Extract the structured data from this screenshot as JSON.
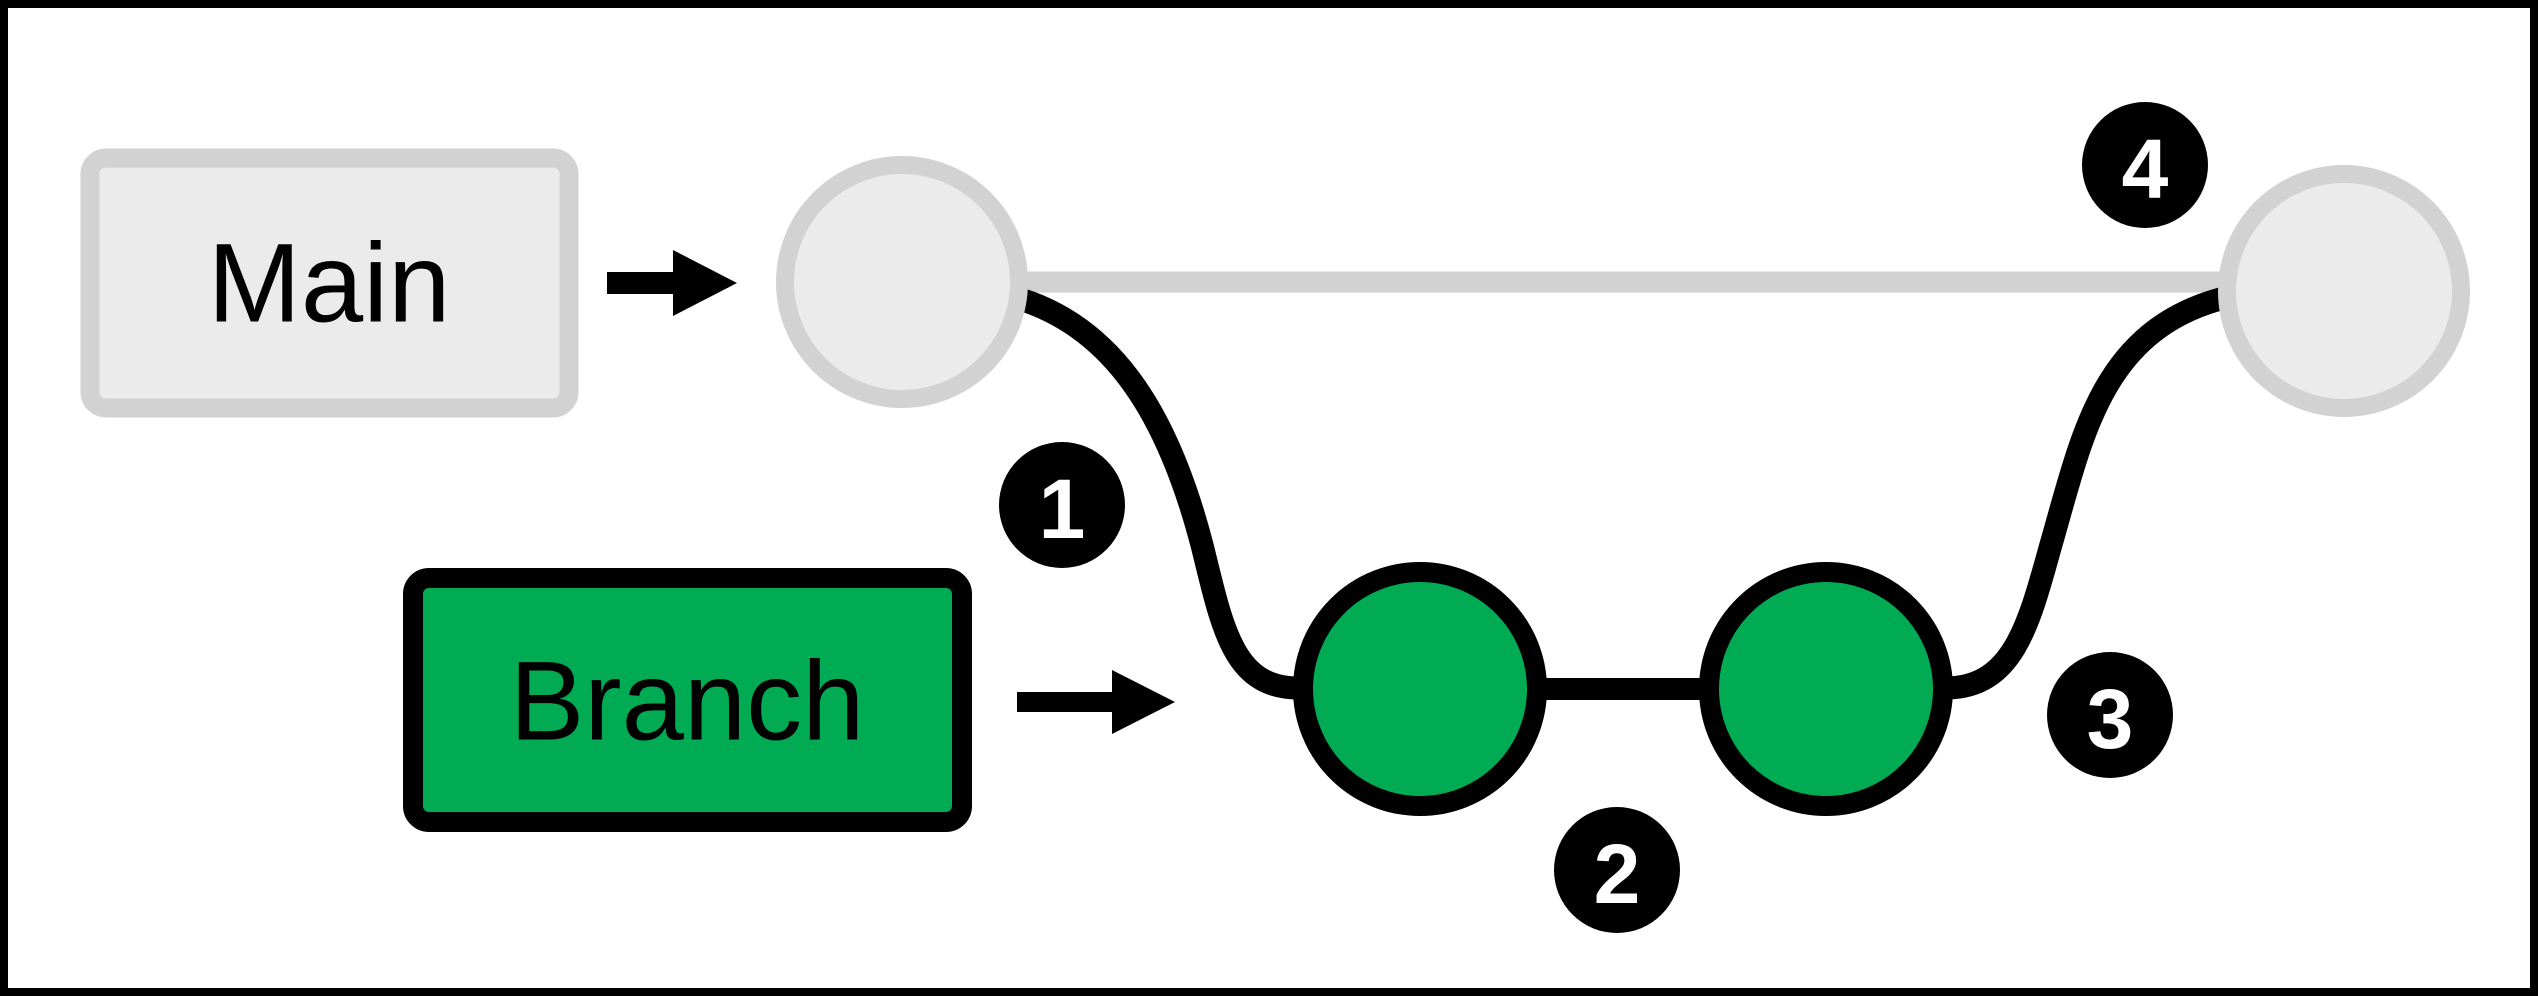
{
  "labels": {
    "main": "Main",
    "branch": "Branch"
  },
  "badges": {
    "step1": "1",
    "step2": "2",
    "step3": "3",
    "step4": "4"
  },
  "icons": {
    "main_arrow": "right-arrow",
    "branch_arrow": "right-arrow"
  },
  "colors": {
    "background": "#FFFFFF",
    "canvas_border": "#000000",
    "node_fill_gray": "#EBEBEB",
    "node_stroke_gray": "#D2D2D2",
    "timeline_gray": "#D2D2D2",
    "branch_green": "#00AB54",
    "line_black": "#000000",
    "badge_fill": "#000000",
    "badge_text": "#FFFFFF",
    "label_text": "#000000"
  }
}
